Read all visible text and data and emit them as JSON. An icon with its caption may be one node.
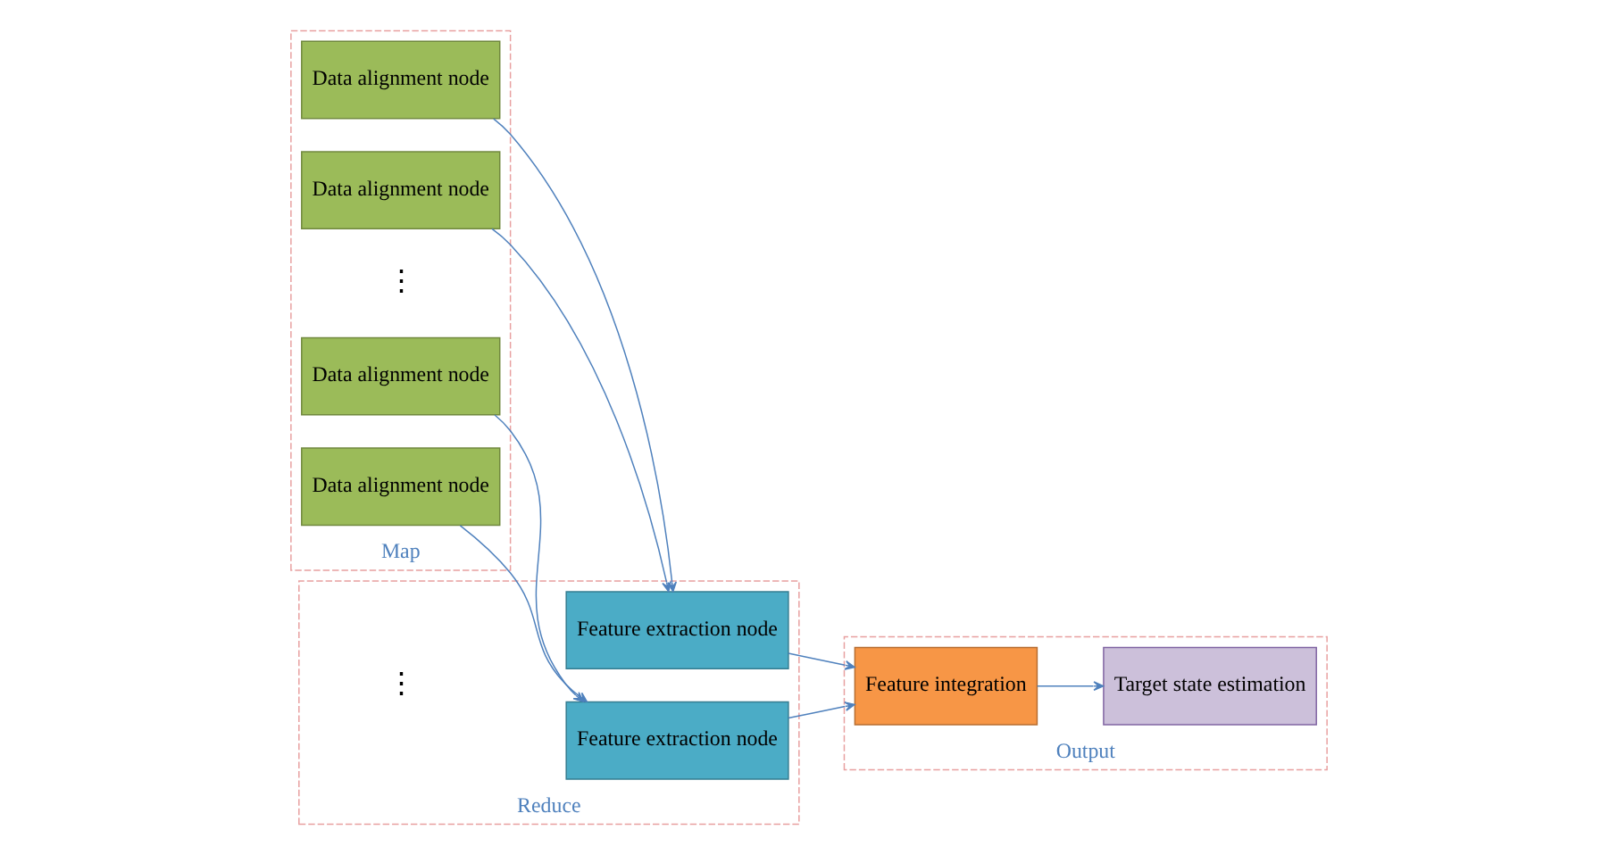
{
  "diagram": {
    "nodes": [
      {
        "text": [
          "Map"
        ]
      },
      {
        "text": [
          "Data alignment node"
        ],
        "in": 0
      },
      {
        "text": [
          "Data alignment node"
        ],
        "in": 0
      },
      {
        "text": [
          "Data alignment node"
        ],
        "in": 0
      },
      {
        "text": [
          "Data alignment node"
        ],
        "in": 0
      },
      {
        "text": [
          "Reduce"
        ]
      },
      {
        "text": [
          "Feature extraction node"
        ],
        "in": 5
      },
      {
        "text": [
          "Feature extraction node"
        ],
        "in": 5
      },
      {
        "text": [
          "Output"
        ]
      },
      {
        "text": [
          "Feature integration"
        ],
        "in": 8
      },
      {
        "text": [
          "Target state estimation"
        ],
        "in": 8
      }
    ],
    "edges": [
      {
        "from": 1,
        "to": 6,
        "arrow": "to"
      },
      {
        "from": 2,
        "to": 6,
        "arrow": "to"
      },
      {
        "from": 3,
        "to": 7,
        "arrow": "to"
      },
      {
        "from": 4,
        "to": 7,
        "arrow": "to"
      },
      {
        "from": 6,
        "to": 9,
        "arrow": "to"
      },
      {
        "from": 7,
        "to": 9,
        "arrow": "to"
      },
      {
        "from": 9,
        "to": 10,
        "arrow": "to"
      }
    ],
    "labels": [
      "⋮",
      "⋮"
    ]
  }
}
